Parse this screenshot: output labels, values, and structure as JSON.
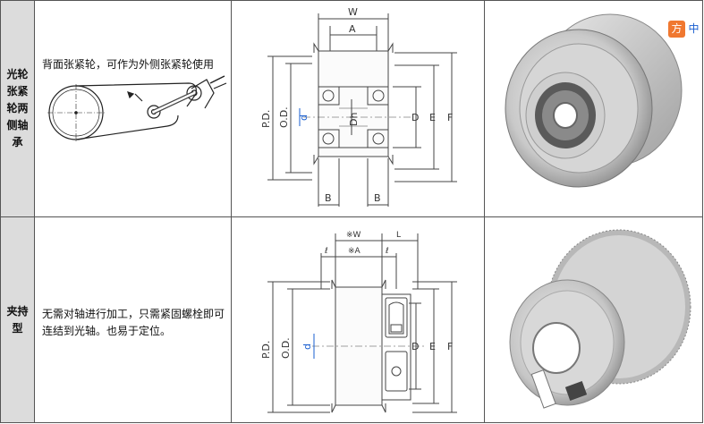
{
  "rows": [
    {
      "heading": "光轮张紧轮两侧轴承",
      "description": "背面张紧轮，可作为外侧张紧轮使用",
      "diagram_labels": {
        "W": "W",
        "A": "A",
        "PD": "P.D.",
        "OD": "O.D.",
        "d": "d",
        "Dh": "Dh",
        "D": "D",
        "E": "E",
        "F": "F",
        "B_left": "B",
        "B_right": "B"
      }
    },
    {
      "heading": "夹持型",
      "description": "无需对轴进行加工，只需紧固螺栓即可连结到光轴。也易于定位。",
      "diagram_labels": {
        "W": "※W",
        "L": "L",
        "l_left": "ℓ",
        "A": "※A",
        "l_right": "ℓ",
        "PD": "P.D.",
        "OD": "O.D.",
        "d": "d",
        "D": "D",
        "E": "E",
        "F": "F"
      }
    }
  ],
  "overlay": {
    "icon_label": "方",
    "char": "中"
  },
  "colors": {
    "rowhead_bg": "#dcdcdc",
    "border": "#555555",
    "dim_d": "#1a5fd0",
    "tag_orange": "#f07830"
  }
}
